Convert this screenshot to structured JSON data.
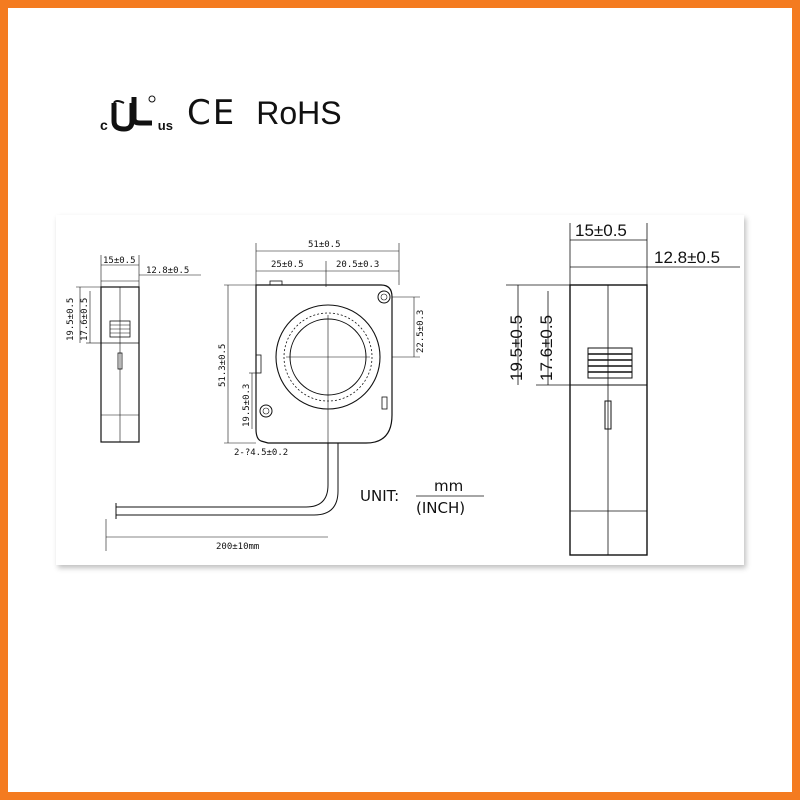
{
  "certifications": {
    "ul_prefix": "c",
    "ul_suffix": "us",
    "ce": "CE",
    "rohs": "RoHS"
  },
  "colors": {
    "border": "#f47b20",
    "line": "#111111"
  },
  "side_small": {
    "width": "15±0.5",
    "depth": "12.8±0.5",
    "height_outer": "19.5±0.5",
    "height_inner": "17.6±0.5"
  },
  "front": {
    "width": "51±0.5",
    "left_offset": "25±0.5",
    "right_offset": "20.5±0.3",
    "height": "51.3±0.5",
    "outlet": "22.5±0.3",
    "lower": "19.5±0.3",
    "holes": "2-?4.5±0.2",
    "cable_length": "200±10mm"
  },
  "unit": {
    "prefix": "UNIT:",
    "numerator": "mm",
    "denominator": "(INCH)"
  },
  "side_large": {
    "width": "15±0.5",
    "depth": "12.8±0.5",
    "height_outer": "19.5±0.5",
    "height_inner": "17.6±0.5"
  }
}
